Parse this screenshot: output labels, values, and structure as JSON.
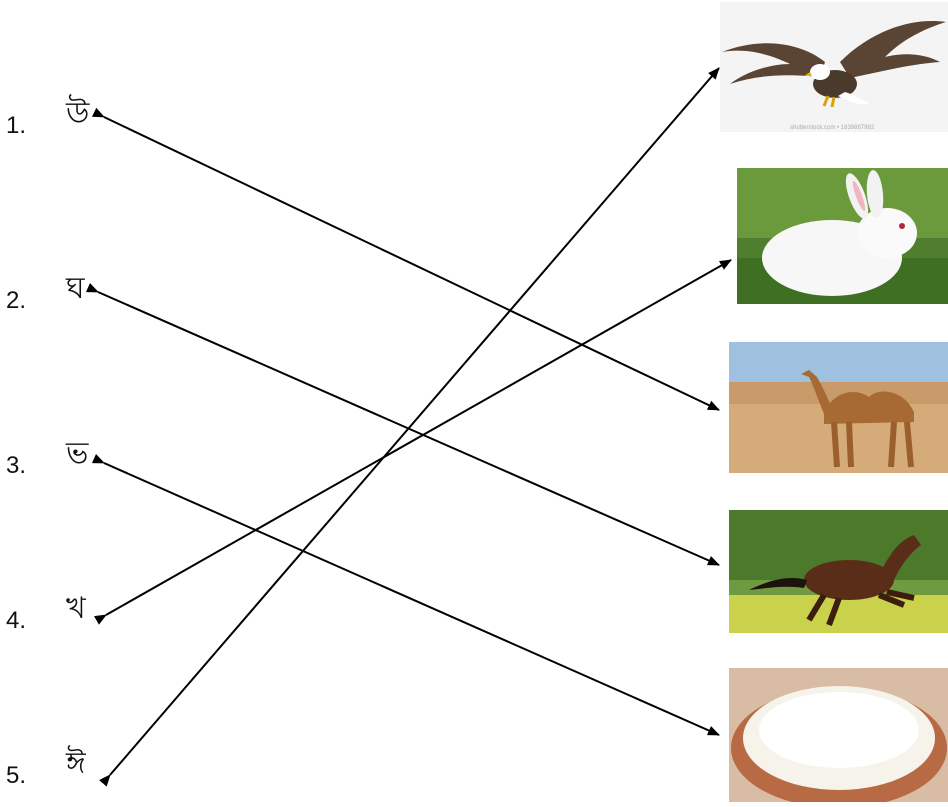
{
  "items": [
    {
      "number": "1.",
      "letter": "উ"
    },
    {
      "number": "2.",
      "letter": "ঘ"
    },
    {
      "number": "3.",
      "letter": "ভ"
    },
    {
      "number": "4.",
      "letter": "খ"
    },
    {
      "number": "5.",
      "letter": "ঈ"
    }
  ],
  "pictures": [
    {
      "subject": "eagle",
      "watermark": "shutterstock.com • 1839887982"
    },
    {
      "subject": "rabbit"
    },
    {
      "subject": "camel"
    },
    {
      "subject": "horse"
    },
    {
      "subject": "rice"
    }
  ],
  "matches": [
    {
      "from_item": 1,
      "to_picture": 3
    },
    {
      "from_item": 2,
      "to_picture": 4
    },
    {
      "from_item": 3,
      "to_picture": 5
    },
    {
      "from_item": 4,
      "to_picture": 2
    },
    {
      "from_item": 5,
      "to_picture": 1
    }
  ]
}
